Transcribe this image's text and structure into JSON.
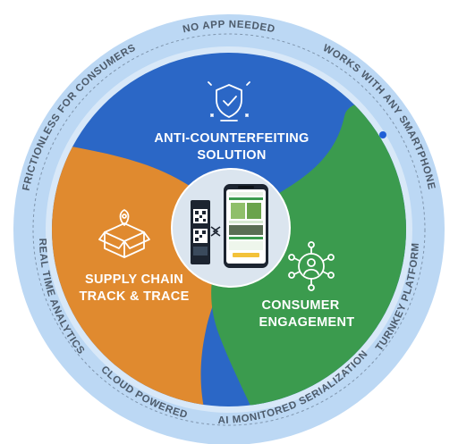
{
  "ring_labels": {
    "top": "NO APP NEEDED",
    "top_left": "FRICTIONLESS FOR CONSUMERS",
    "top_right": "WORKS WITH ANY SMARTPHONE",
    "left": "REAL TIME ANALYTICS",
    "right": "TURNKEY PLATFORM",
    "bottom_left": "CLOUD POWERED",
    "bottom_right": "AI MONITORED SERIALIZATION"
  },
  "segments": {
    "blue": {
      "line1": "ANTI-COUNTERFEITING",
      "line2": "SOLUTION",
      "color": "#2b67c6",
      "icon": "shield-check-icon"
    },
    "orange": {
      "line1": "SUPPLY CHAIN",
      "line2": "TRACK & TRACE",
      "color": "#e08a2f",
      "icon": "package-location-icon"
    },
    "green": {
      "line1": "CONSUMER",
      "line2": "ENGAGEMENT",
      "color": "#3b9b4e",
      "icon": "network-user-icon"
    }
  },
  "center": {
    "icons": [
      "qr-product-icon",
      "smartphone-icon"
    ]
  },
  "colors": {
    "ring": "#bcd8f4",
    "ring_dash": "#7f95ad",
    "dot": "#1e5ed6",
    "center_disc": "#dbe5ef"
  }
}
